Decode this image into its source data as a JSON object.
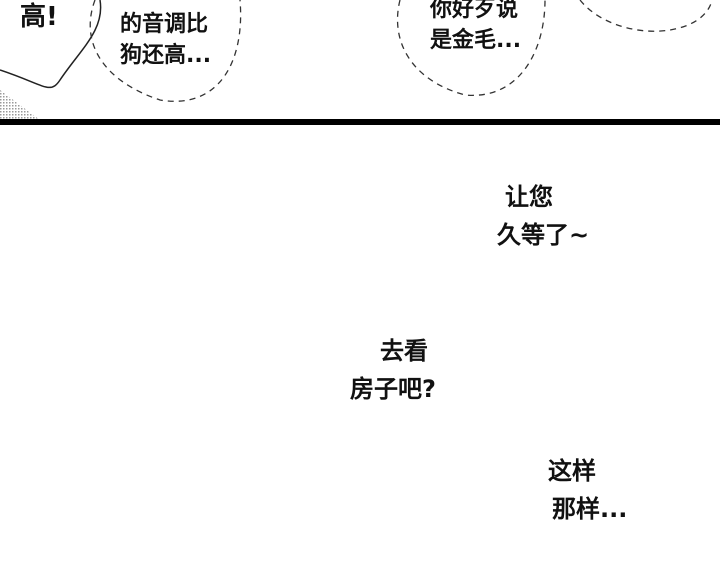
{
  "top_panel": {
    "bubble_left": [
      "高!"
    ],
    "bubble_middle": [
      "的音调比",
      "狗还高..."
    ],
    "bubble_right": [
      "你好歹说",
      "是金毛..."
    ]
  },
  "bottom_panel": {
    "line1": [
      "让您",
      "久等了~"
    ],
    "line2": [
      "去看",
      "房子吧?"
    ],
    "line3": [
      "这样",
      "那样..."
    ]
  }
}
